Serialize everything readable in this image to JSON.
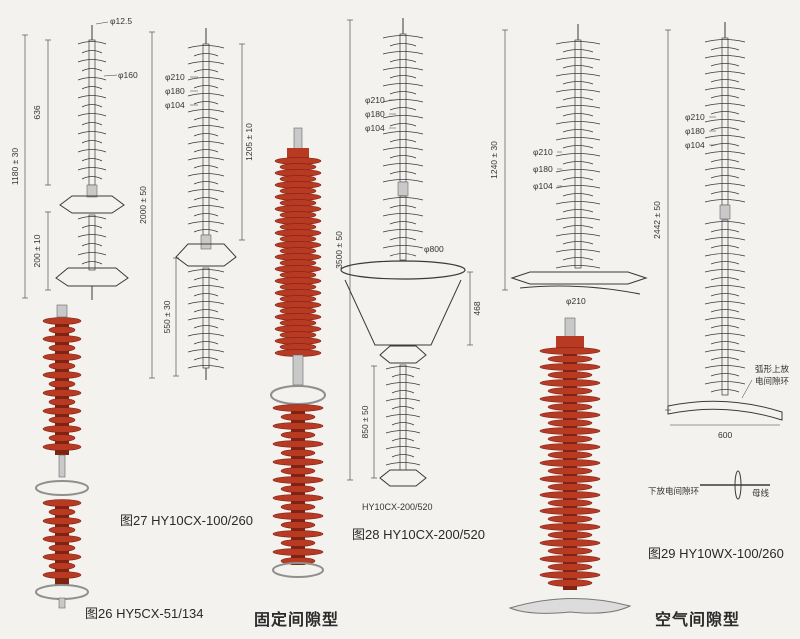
{
  "figures": [
    {
      "caption": "图26  HY5CX-51/134",
      "dimensions": []
    },
    {
      "caption": "图27  HY10CX-100/260",
      "dimensions": [
        "φ12.5",
        "φ160",
        "636",
        "1180 ± 30",
        "200 ± 10"
      ]
    },
    {
      "caption": "",
      "dimensions": [
        "φ210",
        "φ180",
        "φ104",
        "1205 ± 10",
        "2000 ± 50",
        "550 ± 30"
      ]
    },
    {
      "caption": "图28  HY10CX-200/520",
      "subcaption": "HY10CX-200/520",
      "dimensions": [
        "φ210",
        "φ180",
        "φ104",
        "φ800",
        "3500 ± 50",
        "468",
        "850 ± 50"
      ]
    },
    {
      "caption": "",
      "dimensions": [
        "φ210",
        "φ180",
        "φ104",
        "1240 ± 30",
        "φ210"
      ]
    },
    {
      "caption": "图29  HY10WX-100/260",
      "dimensions": [
        "φ210",
        "φ180",
        "φ104",
        "2442 ± 50",
        "600"
      ],
      "annotations": [
        "弧形上放",
        "电间隙环",
        "下放电间隙环",
        "母线"
      ]
    }
  ],
  "group_titles": {
    "fixed_gap": "固定间隙型",
    "air_gap": "空气间隙型"
  },
  "colors": {
    "background": "#f3f2ee",
    "line": "#3a3a3a",
    "porcelain_red": "#b83a22",
    "porcelain_dark": "#7e2212",
    "metal": "#c9c9c9"
  }
}
